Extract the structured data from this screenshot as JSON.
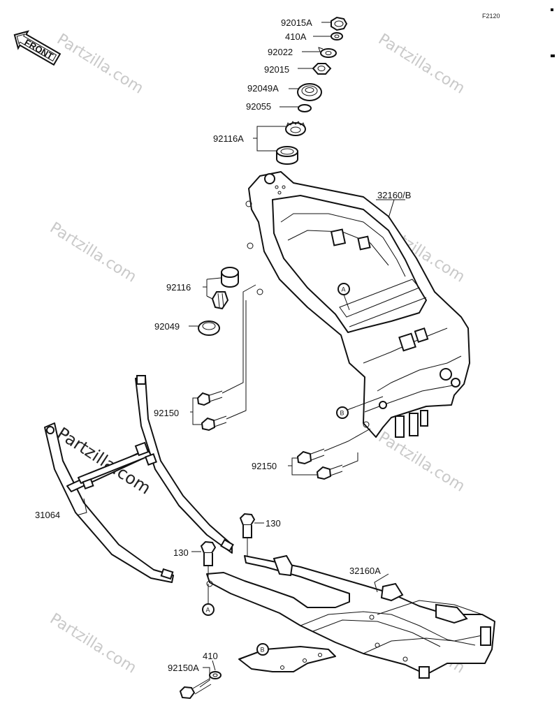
{
  "diagram_code": "F2120",
  "front_arrow_label": "FRONT",
  "watermark": "Partzilla.com",
  "callouts": {
    "p92015A": "92015A",
    "p410A": "410A",
    "p92022": "92022",
    "p92015": "92015",
    "p92049A": "92049A",
    "p92055": "92055",
    "p92116A": "92116A",
    "p32160B": "32160/B",
    "p92116": "92116",
    "p92049": "92049",
    "p92150_left": "92150",
    "p92150_right": "92150",
    "p31064": "31064",
    "p130_a": "130",
    "p130_b": "130",
    "p32160A": "32160A",
    "p410": "410",
    "p92150A": "92150A"
  },
  "ref_markers": {
    "A_upper": "A",
    "B_upper": "B",
    "A_lower": "A",
    "B_lower": "B"
  }
}
